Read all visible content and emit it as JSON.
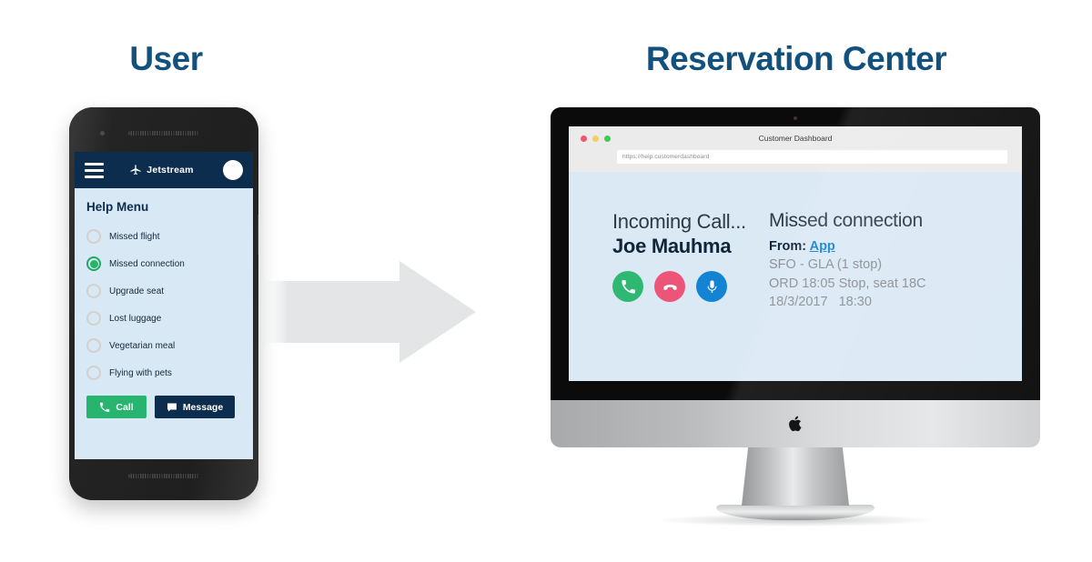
{
  "titles": {
    "user": "User",
    "reservation_center": "Reservation Center"
  },
  "colors": {
    "brand_navy": "#0c2d4d",
    "title_blue": "#12517d",
    "screen_blue": "#dbe9f5",
    "phone_screen_blue": "#d8e8f4",
    "green": "#27b46f",
    "answer_green": "#2eb872",
    "decline_pink": "#ec5578",
    "mute_blue": "#1383d4",
    "link_blue": "#1383d4",
    "arrow_gray": "#e3e5e7",
    "radio_unselected": "#d5d0cb",
    "radio_selected": "#27b464"
  },
  "arrow": {
    "name": "flow-arrow",
    "direction": "right"
  },
  "phone": {
    "app_bar": {
      "menu_icon": "hamburger-icon",
      "brand_icon": "airplane-icon",
      "brand_name": "Jetstream",
      "avatar": "user-avatar"
    },
    "menu": {
      "heading": "Help Menu",
      "options": [
        {
          "label": "Missed flight",
          "selected": false
        },
        {
          "label": "Missed connection",
          "selected": true
        },
        {
          "label": "Upgrade seat",
          "selected": false
        },
        {
          "label": "Lost luggage",
          "selected": false
        },
        {
          "label": "Vegetarian meal",
          "selected": false
        },
        {
          "label": "Flying with pets",
          "selected": false
        }
      ]
    },
    "actions": {
      "call": {
        "label": "Call",
        "icon": "phone-icon"
      },
      "message": {
        "label": "Message",
        "icon": "chat-bubble-icon"
      }
    }
  },
  "monitor": {
    "browser": {
      "window_title": "Customer Dashboard",
      "traffic_lights": [
        "#f2566f",
        "#f5cf57",
        "#46c759"
      ],
      "url": "https://help.customerdashboard"
    },
    "call_panel": {
      "status": "Incoming Call...",
      "caller_name": "Joe Mauhma",
      "buttons": [
        {
          "name": "answer-call-button",
          "icon": "phone-icon"
        },
        {
          "name": "decline-call-button",
          "icon": "phone-hangup-icon"
        },
        {
          "name": "mute-call-button",
          "icon": "microphone-icon"
        }
      ]
    },
    "details_panel": {
      "title": "Missed connection",
      "from_label": "From:",
      "from_value": "App",
      "route": "SFO - GLA (1 stop)",
      "stop_info": "ORD 18:05 Stop, seat 18C",
      "date": "18/3/2017",
      "time": "18:30"
    },
    "logo": "apple-logo"
  }
}
